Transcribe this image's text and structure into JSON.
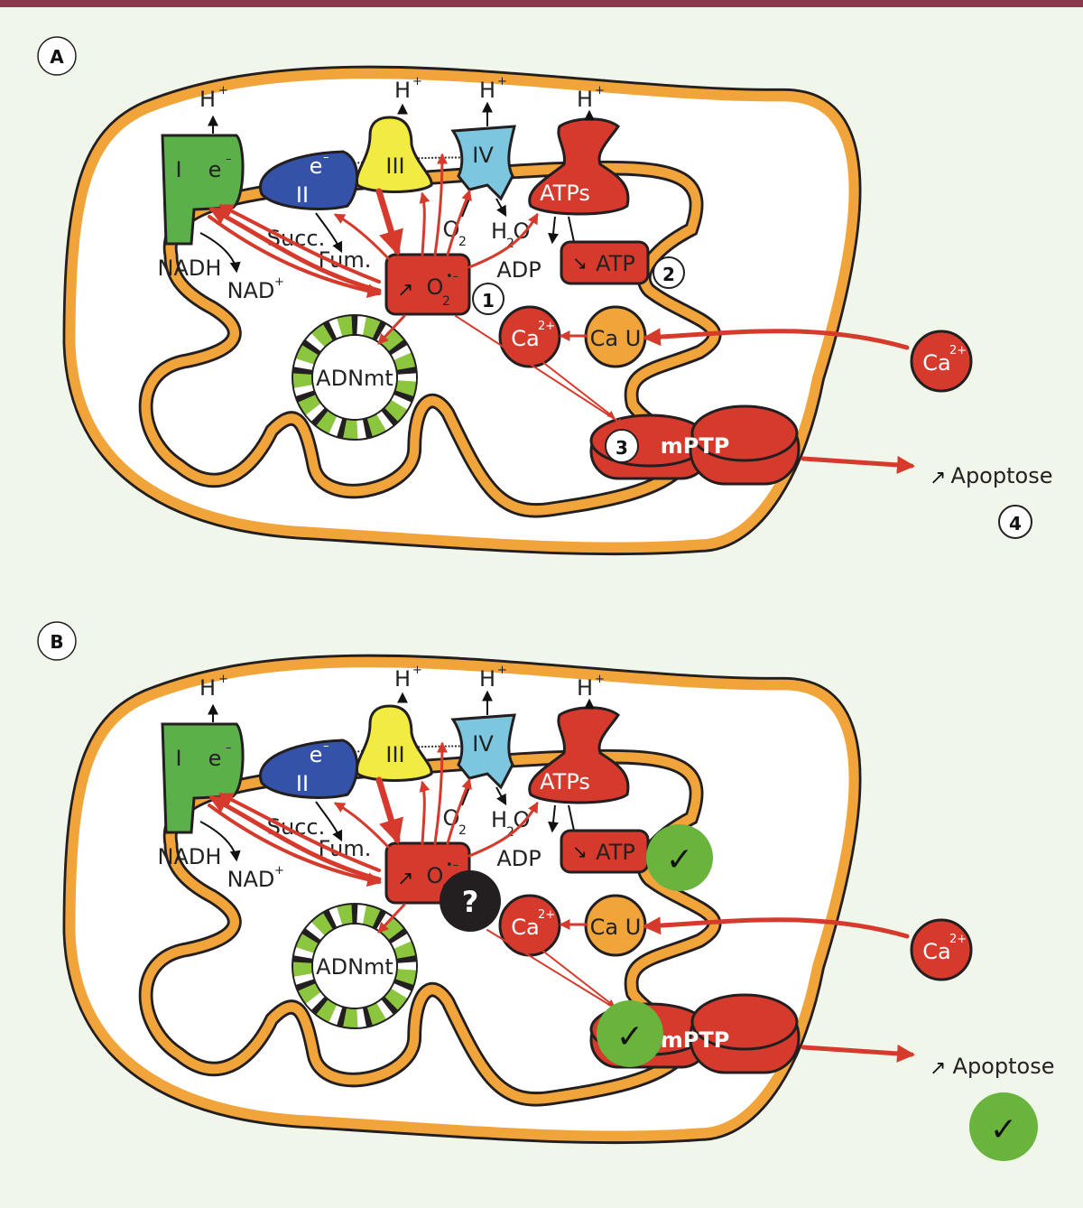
{
  "panels": [
    {
      "letter": "A",
      "complexes": {
        "c1": "I",
        "c1_e": "e",
        "c2": "II",
        "c2_e": "e",
        "c3": "III",
        "c4": "IV",
        "atps": "ATPs"
      },
      "labels": {
        "h": "H",
        "h_plus": "+",
        "nadh": "NADH",
        "nad": "NAD",
        "nad_plus": "+",
        "succ": "Succ.",
        "fum": "Fum.",
        "o2": "O",
        "o2_sub": "2",
        "h2o_h": "H",
        "h2o_2": "2",
        "h2o_o": "O",
        "adp": "ADP"
      },
      "ros": {
        "o": "O",
        "sub": "2",
        "sup": "•–"
      },
      "atp": "ATP",
      "ca": {
        "text": "Ca",
        "sup": "2+"
      },
      "cau": "Ca U",
      "dna": "ADNmt",
      "mptp": "mPTP",
      "apoptose": "Apoptose",
      "badges": [
        "1",
        "2",
        "3",
        "4"
      ]
    },
    {
      "letter": "B",
      "complexes": {
        "c1": "I",
        "c1_e": "e",
        "c2": "II",
        "c2_e": "e",
        "c3": "III",
        "c4": "IV",
        "atps": "ATPs"
      },
      "labels": {
        "h": "H",
        "h_plus": "+",
        "nadh": "NADH",
        "nad": "NAD",
        "nad_plus": "+",
        "succ": "Succ.",
        "fum": "Fum.",
        "o2": "O",
        "o2_sub": "2",
        "h2o_h": "H",
        "h2o_2": "2",
        "h2o_o": "O",
        "adp": "ADP"
      },
      "ros": {
        "o": "O",
        "sub": "2",
        "sup": "•–"
      },
      "atp": "ATP",
      "ca": {
        "text": "Ca",
        "sup": "2+"
      },
      "cau": "Ca U",
      "dna": "ADNmt",
      "mptp": "mPTP",
      "apoptose": "Apoptose",
      "question": "?",
      "check": "✓"
    }
  ],
  "colors": {
    "membrane": "#f0a43a",
    "complex1": "#5bb04a",
    "complex2": "#3452a8",
    "complex3": "#f2ec42",
    "complex4": "#7dc6e0",
    "red": "#d63a2c",
    "dark": "#231f20",
    "check_green": "#6ab43e",
    "top_bar": "#8a3a4a"
  }
}
